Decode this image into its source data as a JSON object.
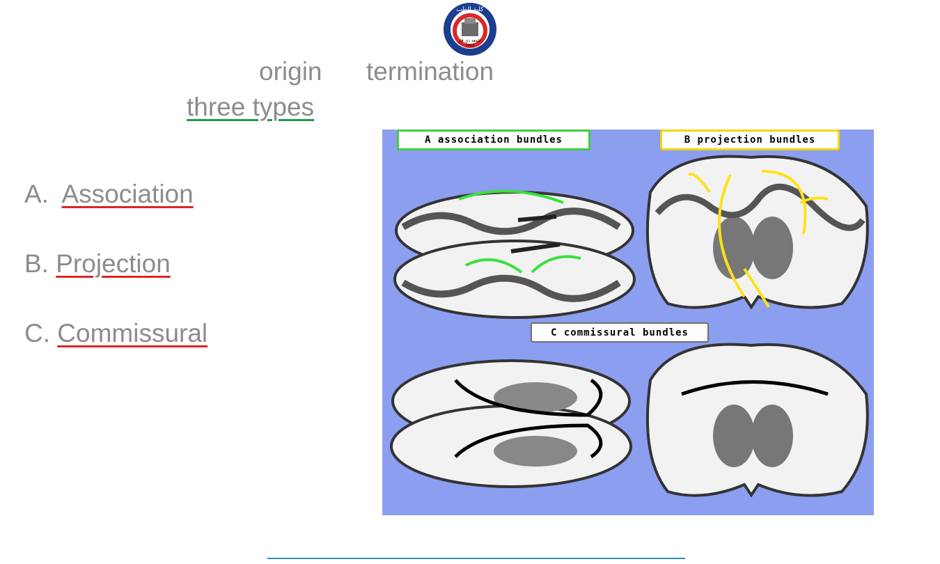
{
  "header": {
    "logo_name": "College of Medicine University of Thi-Qar",
    "logo_top_text": "كلية الطب",
    "logo_mid_text": "جامعة ذي قار",
    "logo_year": "2002"
  },
  "intro": {
    "origin": "origin",
    "termination": "termination",
    "three_types": "three types"
  },
  "types": [
    {
      "prefix": "A.",
      "name": "Association"
    },
    {
      "prefix": "B.",
      "name": "Projection"
    },
    {
      "prefix": "C.",
      "name": "Commissural"
    }
  ],
  "figure": {
    "panel_a": "A  association bundles",
    "panel_b": "B  projection bundles",
    "panel_c": "C  commissural bundles"
  },
  "colors": {
    "accent_green": "#3ccf3c",
    "accent_yellow": "#f2d500",
    "underline_red": "#d92626",
    "figure_bg": "#8c9ef0"
  }
}
